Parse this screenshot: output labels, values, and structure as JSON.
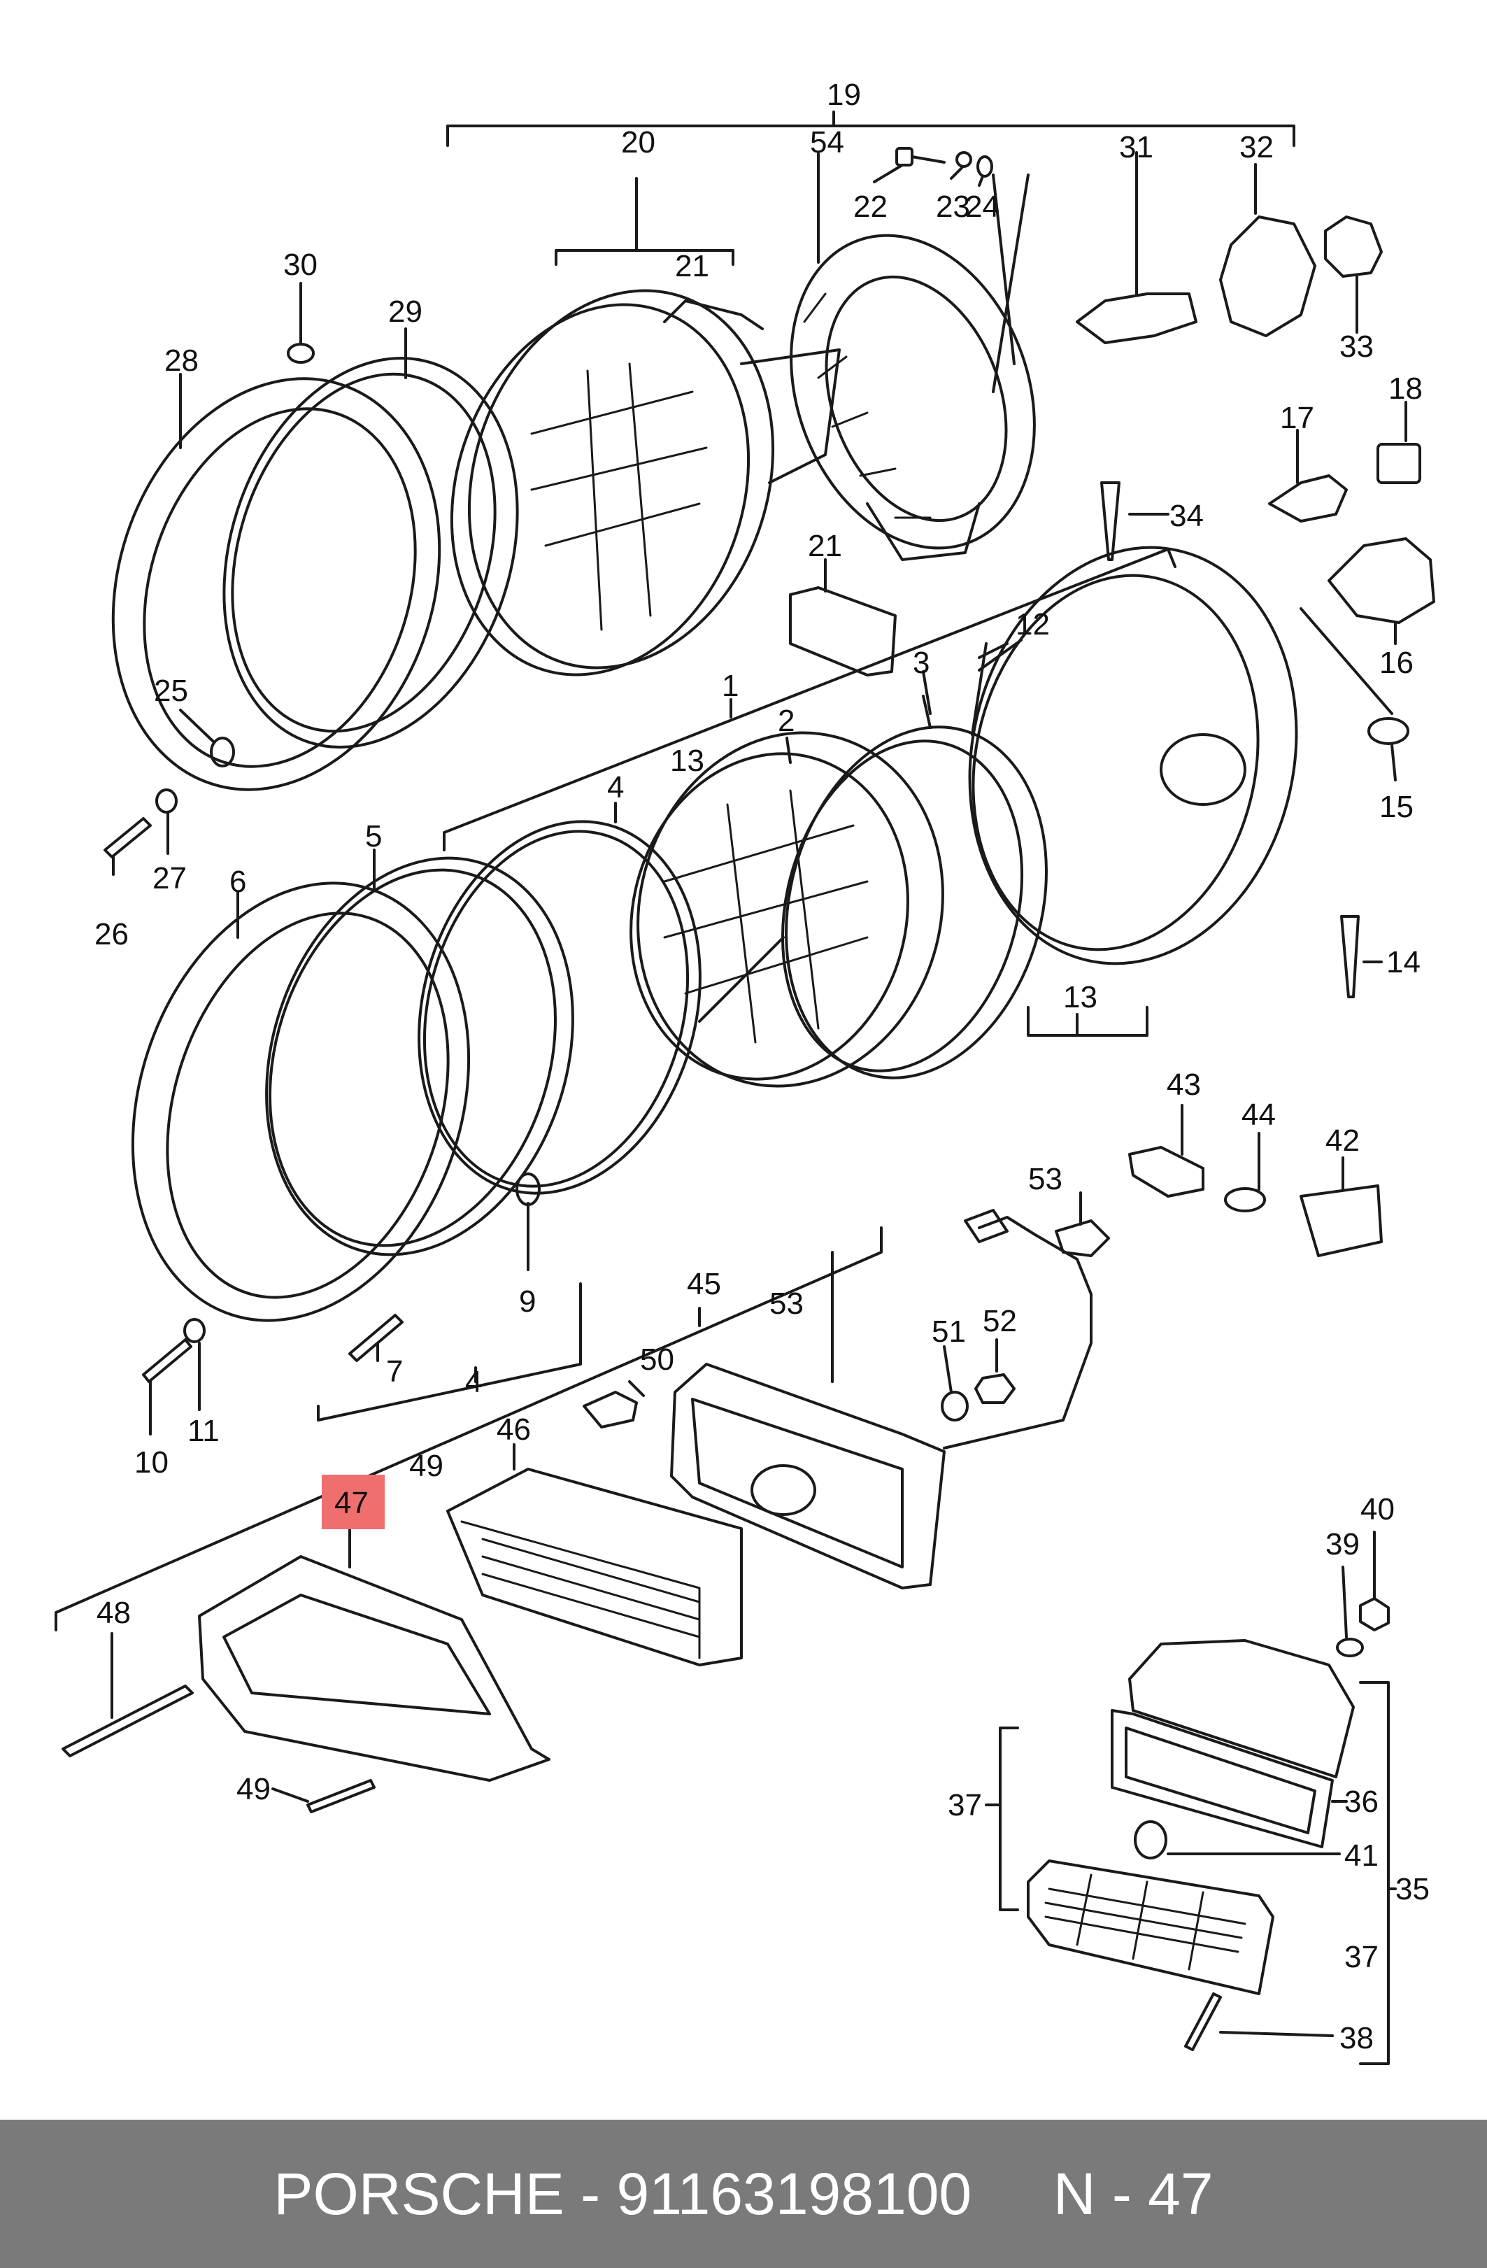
{
  "diagram": {
    "highlight_color": "#ef6f6f",
    "highlighted_part": "47",
    "labels": {
      "l19": "19",
      "l20": "20",
      "l21a": "21",
      "l54": "54",
      "l22": "22",
      "l23": "23",
      "l24": "24",
      "l31": "31",
      "l32": "32",
      "l33": "33",
      "l30": "30",
      "l29": "29",
      "l28": "28",
      "l18": "18",
      "l17": "17",
      "l34": "34",
      "l21b": "21",
      "l12": "12",
      "l16": "16",
      "l1": "1",
      "l3": "3",
      "l2": "2",
      "l13a": "13",
      "l25": "25",
      "l4a": "4",
      "l5": "5",
      "l15": "15",
      "l27": "27",
      "l6": "6",
      "l26": "26",
      "l14": "14",
      "l13b": "13",
      "l43": "43",
      "l44": "44",
      "l42": "42",
      "l53a": "53",
      "l9": "9",
      "l45": "45",
      "l53b": "53",
      "l7": "7",
      "l51": "51",
      "l52": "52",
      "l50": "50",
      "l4b": "4",
      "l11": "11",
      "l10": "10",
      "l46": "46",
      "l49a": "49",
      "l47": "47",
      "l40": "40",
      "l39": "39",
      "l48": "48",
      "l36": "36",
      "l37a": "37",
      "l41": "41",
      "l35": "35",
      "l49b": "49",
      "l37b": "37",
      "l38": "38"
    }
  },
  "footer": {
    "text": "PORSCHE - 91163198100     N - 47"
  }
}
